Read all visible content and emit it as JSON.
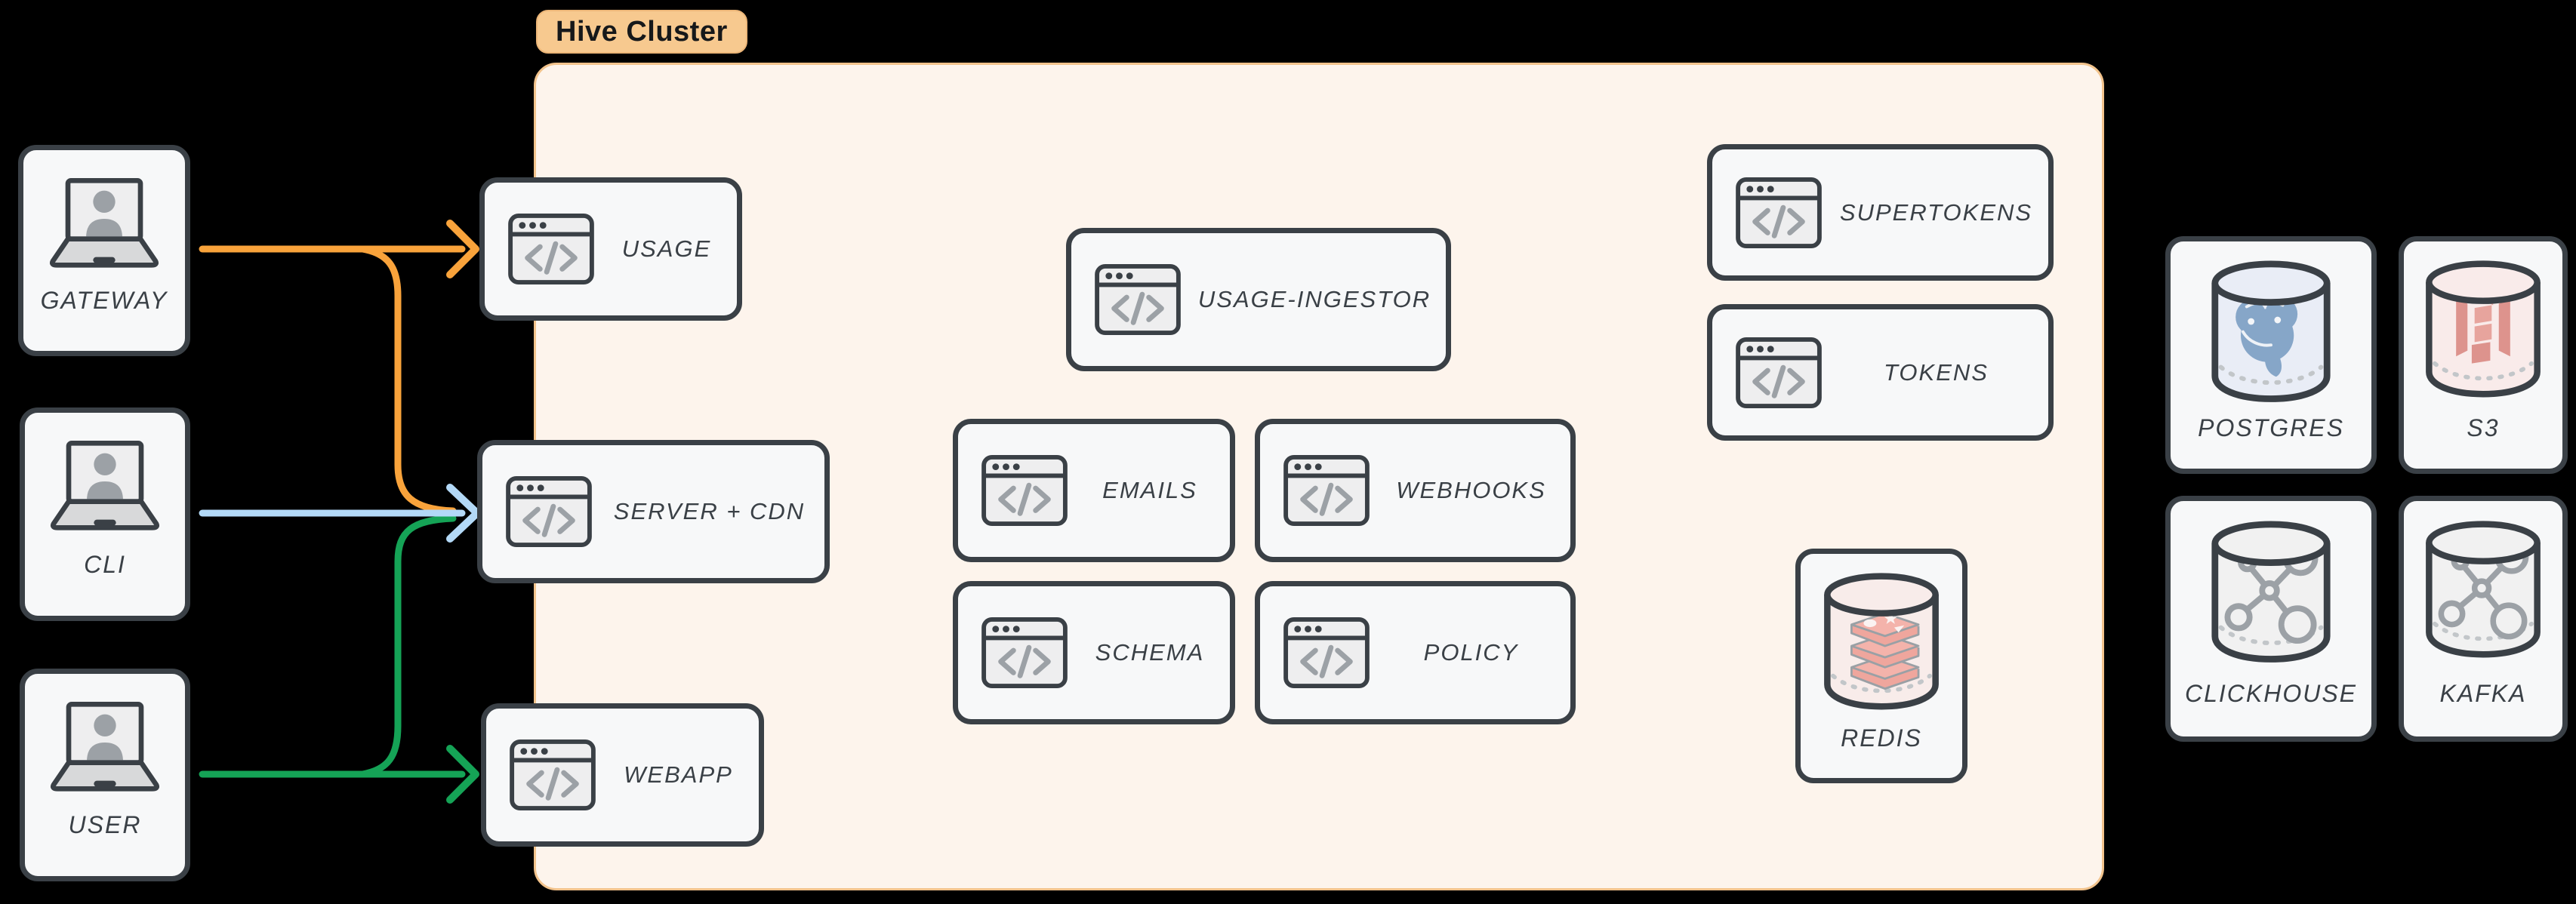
{
  "theme": {
    "bg": "#000000",
    "node-border": "#3a4046",
    "node-fill": "#f7f8f9",
    "text": "#3a4046",
    "icon-gray": "#9ca1a6",
    "icon-fill": "#eeeeef",
    "cluster-fill": "#fdf4ec",
    "cluster-border": "#f2c38c",
    "pill-fill": "#f7c98f",
    "pill-text": "#16181a",
    "orange": "#f9a33b",
    "blue": "#b3d9f7",
    "green": "#15a356",
    "pg": "#86a6c8",
    "s3": "#dd938d",
    "redis": "#f4b3ab"
  },
  "cluster": {
    "label": "Hive Cluster"
  },
  "actors": [
    {
      "id": "gateway",
      "label": "GATEWAY",
      "icon": "laptop-user-icon"
    },
    {
      "id": "cli",
      "label": "CLI",
      "icon": "laptop-user-icon"
    },
    {
      "id": "user",
      "label": "USER",
      "icon": "laptop-user-icon"
    }
  ],
  "services": [
    {
      "id": "usage",
      "label": "USAGE",
      "icon": "code-window-icon"
    },
    {
      "id": "server-cdn",
      "label": "SERVER + CDN",
      "icon": "code-window-icon"
    },
    {
      "id": "webapp",
      "label": "WEBAPP",
      "icon": "code-window-icon"
    },
    {
      "id": "usage-ingestor",
      "label": "USAGE-INGESTOR",
      "icon": "code-window-icon"
    },
    {
      "id": "emails",
      "label": "EMAILS",
      "icon": "code-window-icon"
    },
    {
      "id": "webhooks",
      "label": "WEBHOOKS",
      "icon": "code-window-icon"
    },
    {
      "id": "schema",
      "label": "SCHEMA",
      "icon": "code-window-icon"
    },
    {
      "id": "policy",
      "label": "POLICY",
      "icon": "code-window-icon"
    },
    {
      "id": "supertokens",
      "label": "SUPERTOKENS",
      "icon": "code-window-icon"
    },
    {
      "id": "tokens",
      "label": "TOKENS",
      "icon": "code-window-icon"
    }
  ],
  "datastores": [
    {
      "id": "redis",
      "label": "REDIS",
      "icon": "redis-cylinder-icon"
    },
    {
      "id": "postgres",
      "label": "POSTGRES",
      "icon": "postgres-cylinder-icon"
    },
    {
      "id": "s3",
      "label": "S3",
      "icon": "s3-cylinder-icon"
    },
    {
      "id": "clickhouse",
      "label": "CLICKHOUSE",
      "icon": "molecule-cylinder-icon"
    },
    {
      "id": "kafka",
      "label": "KAFKA",
      "icon": "molecule-cylinder-icon"
    }
  ],
  "edges": [
    {
      "from": "GATEWAY",
      "to": "USAGE",
      "color": "orange"
    },
    {
      "from": "GATEWAY",
      "to": "SERVER + CDN",
      "color": "orange"
    },
    {
      "from": "CLI",
      "to": "SERVER + CDN",
      "color": "blue"
    },
    {
      "from": "USER",
      "to": "WEBAPP",
      "color": "green"
    },
    {
      "from": "USER",
      "to": "SERVER + CDN",
      "color": "green"
    }
  ]
}
